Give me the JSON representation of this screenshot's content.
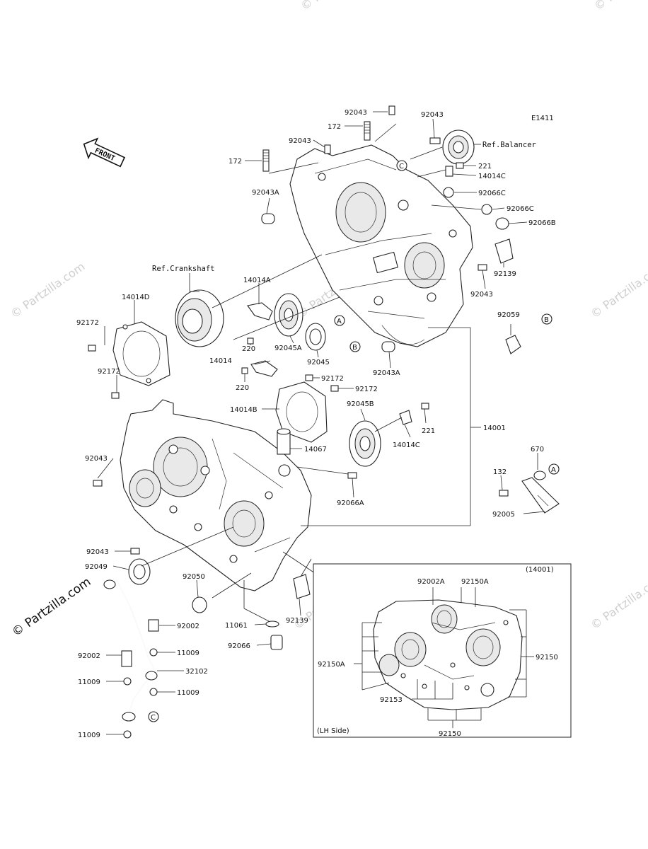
{
  "diagram_code": "E1411",
  "front_label": "FRONT",
  "watermark": "© Partzilla.com",
  "labels": {
    "l92043_top": "92043",
    "l92043_tr": "92043",
    "l172_top": "172",
    "l92043_mid": "92043",
    "l172_left": "172",
    "ref_balancer": "Ref.Balancer",
    "l221_top": "221",
    "l14014C_top": "14014C",
    "l92066C_1": "92066C",
    "l92066C_2": "92066C",
    "l92066B": "92066B",
    "l92139_r": "92139",
    "l92043_r2": "92043",
    "l92043A_top": "92043A",
    "ref_crankshaft": "Ref.Crankshaft",
    "l14014A": "14014A",
    "l14014D": "14014D",
    "l92172_1": "92172",
    "l92172_2": "92172",
    "l220_1": "220",
    "l92045A": "92045A",
    "l92045": "92045",
    "l92043A_bot": "92043A",
    "l92059": "92059",
    "l14014": "14014",
    "l220_2": "220",
    "l92172_3": "92172",
    "l92172_4": "92172",
    "l14014B": "14014B",
    "l92045B": "92045B",
    "l221_bot": "221",
    "l14001": "14001",
    "l14067": "14067",
    "l14014C_bot": "14014C",
    "l670": "670",
    "l132": "132",
    "l92043_left": "92043",
    "l92066A": "92066A",
    "l92005": "92005",
    "l92043_bl": "92043",
    "l92049": "92049",
    "l92050": "92050",
    "l92002_1": "92002",
    "l11061": "11061",
    "l92139_b": "92139",
    "l92066": "92066",
    "l11009_1": "11009",
    "l92002_2": "92002",
    "l32102": "32102",
    "l11009_2": "11009",
    "l11009_3": "11009",
    "l11009_4": "11009",
    "inset_title": "(14001)",
    "inset_92002A": "92002A",
    "inset_92150A_top": "92150A",
    "inset_92150A_left": "92150A",
    "inset_92150_right": "92150",
    "inset_92153": "92153",
    "inset_92150_bot": "92150",
    "inset_side": "(LH Side)"
  },
  "callouts": {
    "A": "A",
    "B": "B",
    "C": "C"
  }
}
